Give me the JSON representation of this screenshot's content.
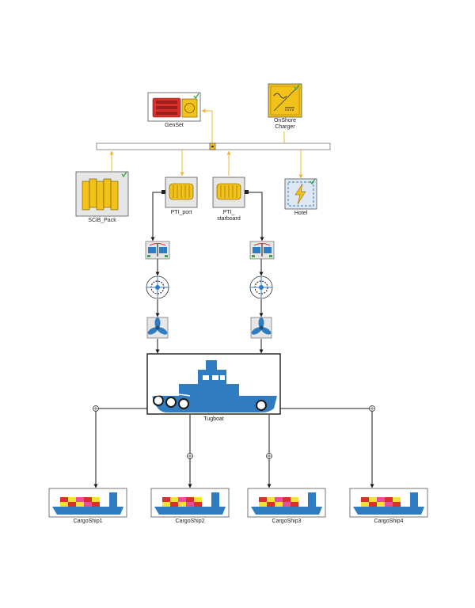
{
  "diagram": {
    "labels": {
      "genset": "GenSet",
      "onshore_charger": "OnShore\nCharger",
      "scib_pack": "SCiB_Pack",
      "pti_port": "PTI_port",
      "pti_starboard": "PTI_\nstarboard",
      "hotel": "Hotel",
      "tugboat": "Tugboat",
      "cargo1": "CargoShip1",
      "cargo2": "CargoShip2",
      "cargo3": "CargoShip3",
      "cargo4": "CargoShip4"
    },
    "colors": {
      "electric_line": "#f2b431",
      "mechanical_line": "#1a1a1a",
      "component_yellow": "#f2c21b",
      "component_blue": "#2f7cc1",
      "hull_blue": "#2f7cc1",
      "check_green": "#3aa64a"
    }
  }
}
